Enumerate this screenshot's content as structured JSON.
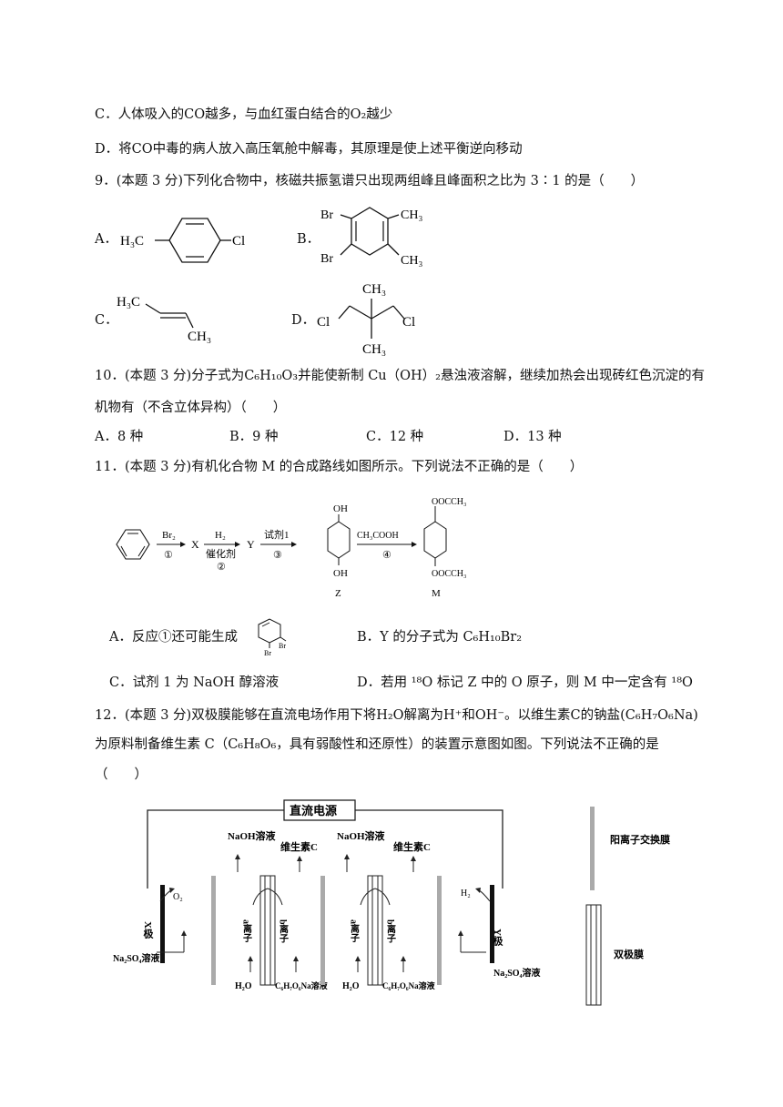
{
  "q8": {
    "optC": "C．人体吸入的CO越多，与血红蛋白结合的O₂越少",
    "optD": "D．将CO中毒的病人放入高压氧舱中解毒，其原理是使上述平衡逆向移动"
  },
  "q9": {
    "stem": "9．(本题 3 分)下列化合物中，核磁共振氢谱只出现两组峰且峰面积之比为 3∶1 的是（　　）",
    "labels": [
      "A．",
      "B．",
      "C．",
      "D．"
    ],
    "struct_text": {
      "A_left": "H₃C",
      "A_right": "Cl",
      "B_br1": "Br",
      "B_br2": "Br",
      "B_me1": "CH₃",
      "B_me2": "CH₃",
      "C_left": "H₃C",
      "C_right": "CH₃",
      "D_top": "CH₃",
      "D_bottom": "CH₃",
      "D_left": "Cl",
      "D_right": "Cl"
    }
  },
  "q10": {
    "stem1": "10．(本题 3 分)分子式为C₆H₁₀O₃并能使新制 Cu（OH）₂悬浊液溶解，继续加热会出现砖红色沉淀的有",
    "stem2": "机物有（不含立体异构）（　　）",
    "options": [
      "A．8 种",
      "B．9 种",
      "C．12 种",
      "D．13 种"
    ]
  },
  "q11": {
    "stem": "11．(本题 3 分)有机化合物 M 的合成路线如图所示。下列说法不正确的是（　　）",
    "scheme": {
      "r1_top": "Br₂",
      "r1_bot": "①",
      "X": "X",
      "r2_top": "H₂",
      "r2_mid": "催化剂",
      "r2_bot": "②",
      "Y": "Y",
      "r3_top": "试剂1",
      "r3_bot": "③",
      "Z_oh_top": "OH",
      "Z_oh_bot": "OH",
      "Z": "Z",
      "r4_top": "CH₃COOH",
      "r4_bot": "④",
      "M_top": "OOCCH₃",
      "M_bot": "OOCCH₃",
      "M": "M"
    },
    "optA": "A．反应①还可能生成",
    "optA_br1": "Br",
    "optA_br2": "Br",
    "optB": "B．Y 的分子式为 C₆H₁₀Br₂",
    "optC": "C．试剂 1 为 NaOH 醇溶液",
    "optD": "D．若用 ¹⁸O 标记 Z 中的 O 原子，则 M 中一定含有 ¹⁸O"
  },
  "q12": {
    "stem1": "12．(本题 3 分)双极膜能够在直流电场作用下将H₂O解离为H⁺和OH⁻。以维生素C的钠盐(C₆H₇O₆Na)",
    "stem2": "为原料制备维生素 C（C₆H₈O₆，具有弱酸性和还原性）的装置示意图如图。下列说法不正确的是",
    "stem3": "（　　）",
    "diagram": {
      "power": "直流电源",
      "o2": "O₂",
      "x_electrode": "X极",
      "naoh1": "NaOH溶液",
      "vitc1": "维生素C",
      "naoh2": "NaOH溶液",
      "vitc2": "维生素C",
      "h2": "H₂",
      "y_electrode": "Y极",
      "a_ion": "a离子",
      "b_ion": "b离子",
      "na2so4": "Na₂SO₄溶液",
      "h2o": "H₂O",
      "c6h7o6na": "C₆H₇O₆Na溶液",
      "legend_cation": "阳离子交换膜",
      "legend_bipolar": "双极膜"
    }
  }
}
